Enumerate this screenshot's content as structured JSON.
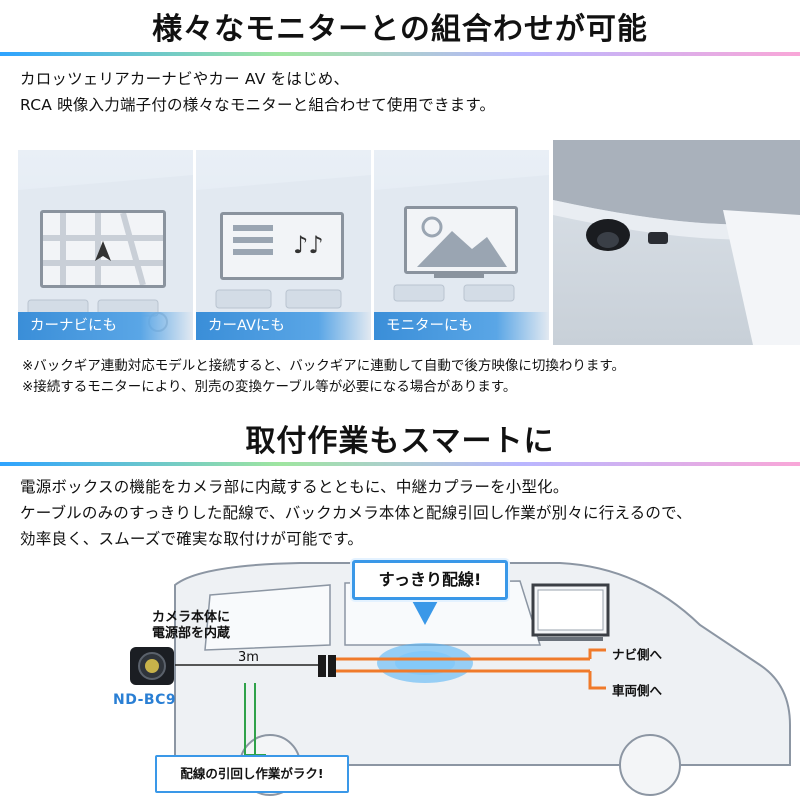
{
  "section1": {
    "title": "様々なモニターとの組合わせが可能",
    "desc_line1": "カロッツェリアカーナビやカー AV をはじめ、",
    "desc_line2": "RCA 映像入力端子付の様々なモニターと組合わせて使用できます。",
    "panels": [
      {
        "label": "カーナビにも",
        "icon": "navigation-screen-icon"
      },
      {
        "label": "カーAVにも",
        "icon": "music-screen-icon"
      },
      {
        "label": "モニターにも",
        "icon": "monitor-landscape-icon"
      }
    ],
    "note1": "※バックギア連動対応モデルと接続すると、バックギアに連動して自動で後方映像に切換わります。",
    "note2": "※接続するモニターにより、別売の変換ケーブル等が必要になる場合があります。"
  },
  "section2": {
    "title": "取付作業もスマートに",
    "desc_line1": "電源ボックスの機能をカメラ部に内蔵するとともに、中継カプラーを小型化。",
    "desc_line2": "ケーブルのみのすっきりした配線で、バックカメラ本体と配線引回し作業が別々に行えるので、",
    "desc_line3": "効率良く、スムーズで確実な取付けが可能です。"
  },
  "diagram": {
    "callout": "すっきり配線!",
    "camera_note_line1": "カメラ本体に",
    "camera_note_line2": "電源部を内蔵",
    "cable_length": "3m",
    "model": "ND-BC9",
    "to_navi": "ナビ側へ",
    "to_vehicle": "車両側へ",
    "routing_label": "配線の引回し作業がラク!",
    "colors": {
      "cable": "#f07a2a",
      "accent": "#3a98e8",
      "model_text": "#2a7fd4"
    }
  }
}
